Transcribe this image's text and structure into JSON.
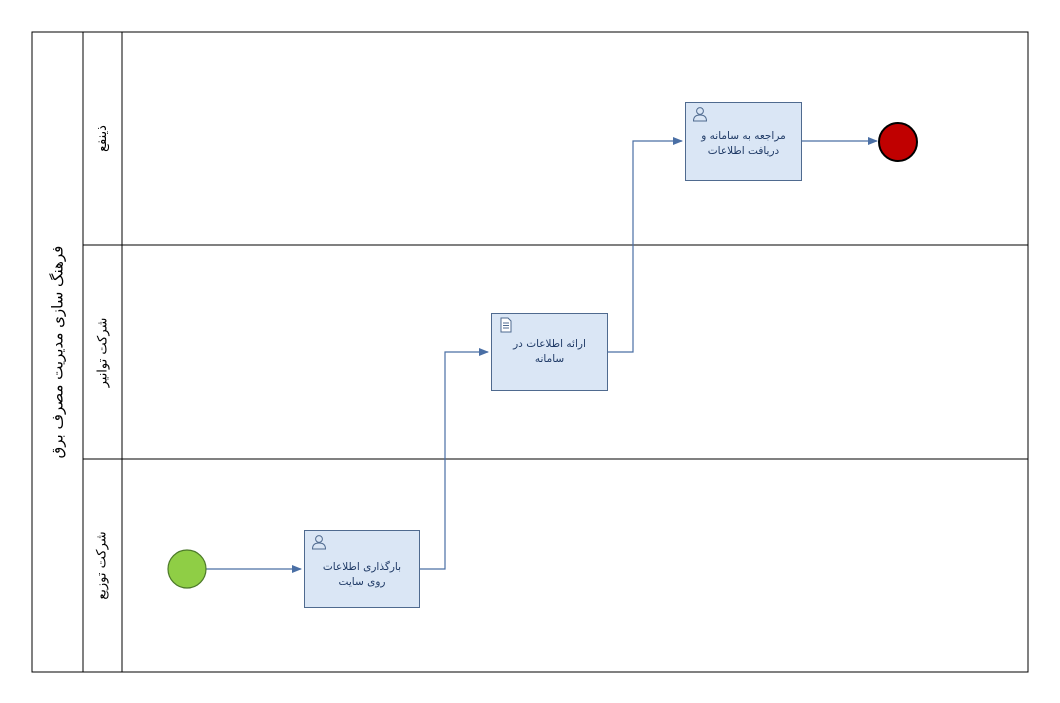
{
  "pool": {
    "title": "فرهنگ سازی مدیریت مصرف برق"
  },
  "lanes": [
    {
      "label": "ذینفع"
    },
    {
      "label": "شرکت توانیر"
    },
    {
      "label": "شرکت توزیع"
    }
  ],
  "tasks": [
    {
      "label": "بارگذاری اطلاعات روی سایت",
      "icon": "user-icon"
    },
    {
      "label": "ارائه اطلاعات در سامانه",
      "icon": "document-icon"
    },
    {
      "label": "مراجعه به سامانه و دریافت اطلاعات",
      "icon": "user-icon"
    }
  ],
  "events": {
    "start": {
      "color": "#8fce45"
    },
    "end": {
      "color": "#c00000"
    }
  },
  "colors": {
    "task_fill": "#dae6f5",
    "task_border": "#4f6a8f",
    "flow": "#4a6fa5"
  }
}
